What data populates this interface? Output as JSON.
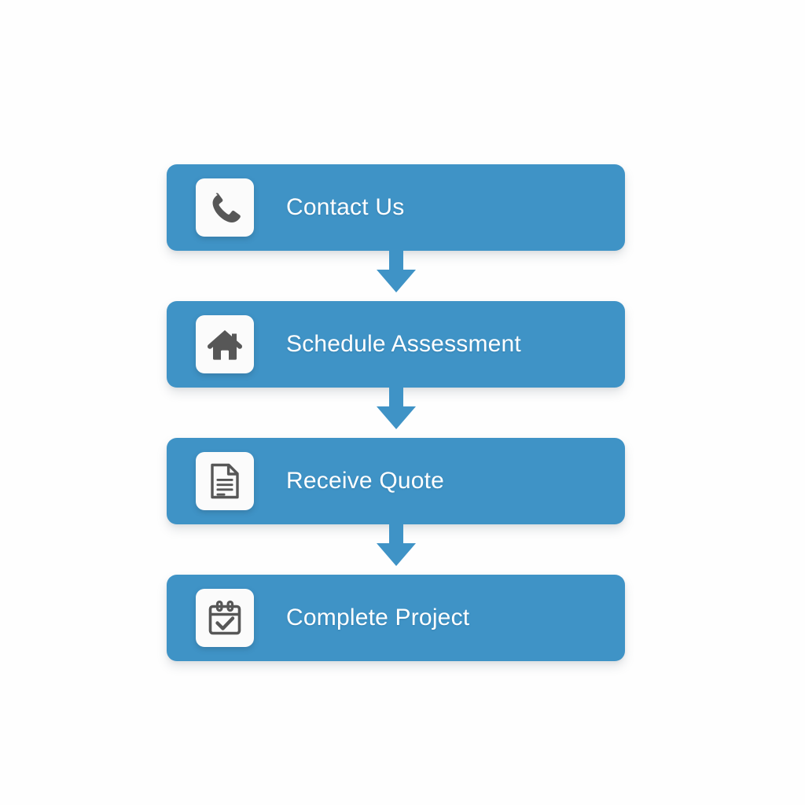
{
  "page": {
    "title": "Service Process Flowchart",
    "background_color": "#fefefe"
  },
  "theme": {
    "card_color": "#3f93c6",
    "arrow_color": "#3f93c6",
    "icon_tile_color": "#fbfbfb",
    "icon_glyph_color": "#575757",
    "label_color": "#ffffff"
  },
  "flow": {
    "steps": [
      {
        "label": "Contact Us",
        "icon": "phone-icon"
      },
      {
        "label": "Schedule Assessment",
        "icon": "house-icon"
      },
      {
        "label": "Receive Quote",
        "icon": "document-icon"
      },
      {
        "label": "Complete Project",
        "icon": "calendar-check-icon"
      }
    ],
    "connectors": [
      {
        "name": "arrow-down-icon"
      },
      {
        "name": "arrow-down-icon"
      },
      {
        "name": "arrow-down-icon"
      }
    ]
  }
}
